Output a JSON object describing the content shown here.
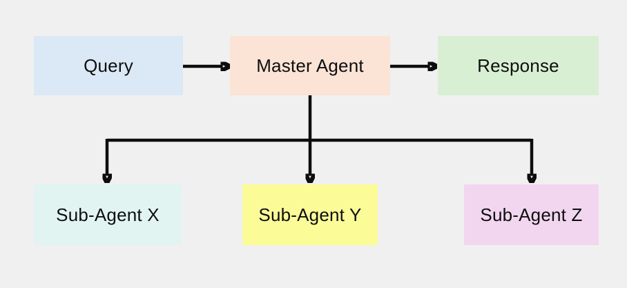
{
  "diagram": {
    "nodes": {
      "query": {
        "label": "Query",
        "color": "#dbe8f5"
      },
      "master": {
        "label": "Master Agent",
        "color": "#fbe3d6"
      },
      "response": {
        "label": "Response",
        "color": "#d9efd4"
      },
      "sub_x": {
        "label": "Sub-Agent X",
        "color": "#e1f4f2"
      },
      "sub_y": {
        "label": "Sub-Agent Y",
        "color": "#fbfb98"
      },
      "sub_z": {
        "label": "Sub-Agent Z",
        "color": "#f2d6ef"
      }
    },
    "edges": [
      {
        "from": "Query",
        "to": "Master Agent"
      },
      {
        "from": "Master Agent",
        "to": "Response"
      },
      {
        "from": "Master Agent",
        "to": "Sub-Agent X"
      },
      {
        "from": "Master Agent",
        "to": "Sub-Agent Y"
      },
      {
        "from": "Master Agent",
        "to": "Sub-Agent Z"
      }
    ],
    "colors": {
      "background": "#f0f0f1",
      "arrow": "#0d0d0d",
      "text": "#0e0e0e"
    }
  }
}
